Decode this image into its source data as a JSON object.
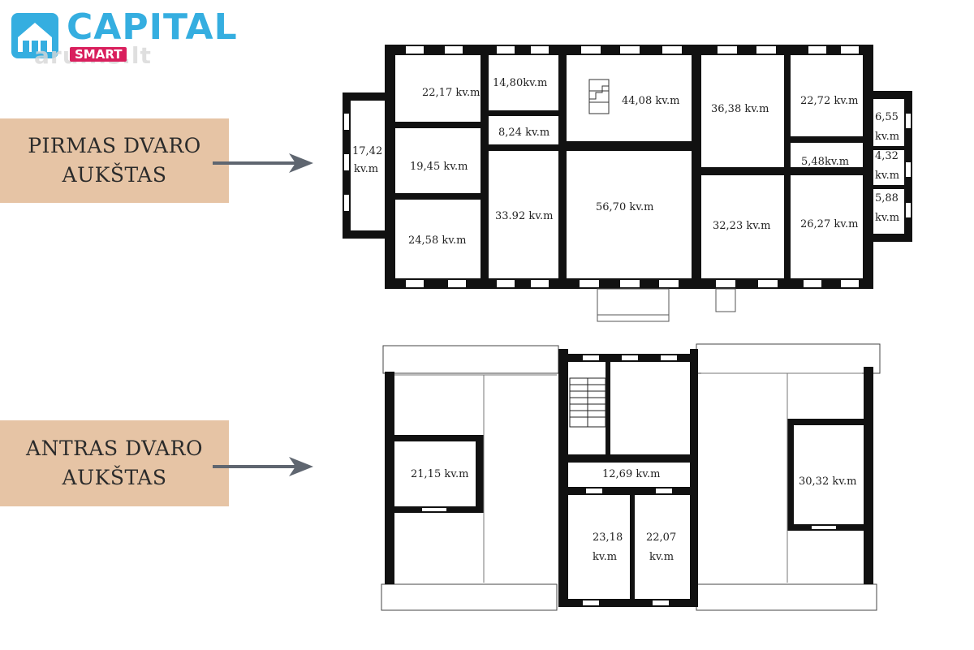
{
  "logo": {
    "brand": "CAPITAL",
    "sub": "SMART",
    "watermark": "aru...s.lt",
    "colors": {
      "brand": "#35aee0",
      "accent": "#d91f5d"
    },
    "icon": "house-logo-icon"
  },
  "floors": [
    {
      "label_line1": "PIRMAS DVARO",
      "label_line2": "AUKŠTAS"
    },
    {
      "label_line1": "ANTRAS DVARO",
      "label_line2": "AUKŠTAS"
    }
  ],
  "colors": {
    "label_bg": "#e6c4a5",
    "arrow": "#5f6670",
    "wall": "#111111"
  },
  "rooms": {
    "r1": "22,17 kv.m",
    "r2": "14,80kv.m",
    "r3": "44,08 kv.m",
    "r4": "36,38 kv.m",
    "r5": "22,72 kv.m",
    "r6a": "6,55",
    "r6b": "kv.m",
    "r7a": "17,42",
    "r7b": "kv.m",
    "r8": "8,24 kv.m",
    "r9": "19,45 kv.m",
    "r10": "5,48kv.m",
    "r11a": "4,32",
    "r11b": "kv.m",
    "r12": "56,70 kv.m",
    "r13": "33.92 kv.m",
    "r14a": "5,88",
    "r14b": "kv.m",
    "r15": "32,23 kv.m",
    "r16": "26,27 kv.m",
    "r17": "24,58 kv.m",
    "r18": "21,15 kv.m",
    "r19": "12,69 kv.m",
    "r20": "30,32 kv.m",
    "r21a": "23,18",
    "r21b": "kv.m",
    "r22a": "22,07",
    "r22b": "kv.m"
  }
}
